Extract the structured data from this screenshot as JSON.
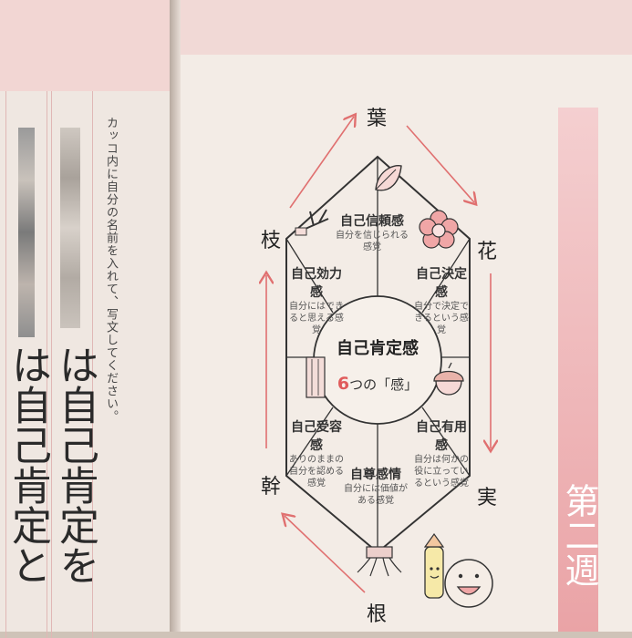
{
  "left_page": {
    "column1": "は自己肯定と",
    "column2": "は自己肯定を",
    "instruction": "カッコ内に自分の名前を入れて、写文してください。"
  },
  "diagram": {
    "nodes": {
      "top": "葉",
      "top_right": "花",
      "bottom_right": "実",
      "bottom": "根",
      "bottom_left": "幹",
      "top_left": "枝"
    },
    "center": {
      "title": "自己肯定感",
      "number": "6",
      "subtitle": "つの「感」"
    },
    "cells": [
      {
        "title": "自己信頼感",
        "desc": "自分を信じられる感覚"
      },
      {
        "title": "自己決定感",
        "desc": "自分で決定できるという感覚"
      },
      {
        "title": "自己有用感",
        "desc": "自分は何かの役に立っているという感覚"
      },
      {
        "title": "自尊感情",
        "desc": "自分には価値がある感覚"
      },
      {
        "title": "自己受容感",
        "desc": "ありのままの自分を認める感覚"
      },
      {
        "title": "自己効力感",
        "desc": "自分にはできると思える感覚"
      }
    ]
  },
  "side_tab": "第二週",
  "colors": {
    "accent": "#e07070",
    "stripe": "#eaa3a6",
    "ink": "#333333"
  }
}
